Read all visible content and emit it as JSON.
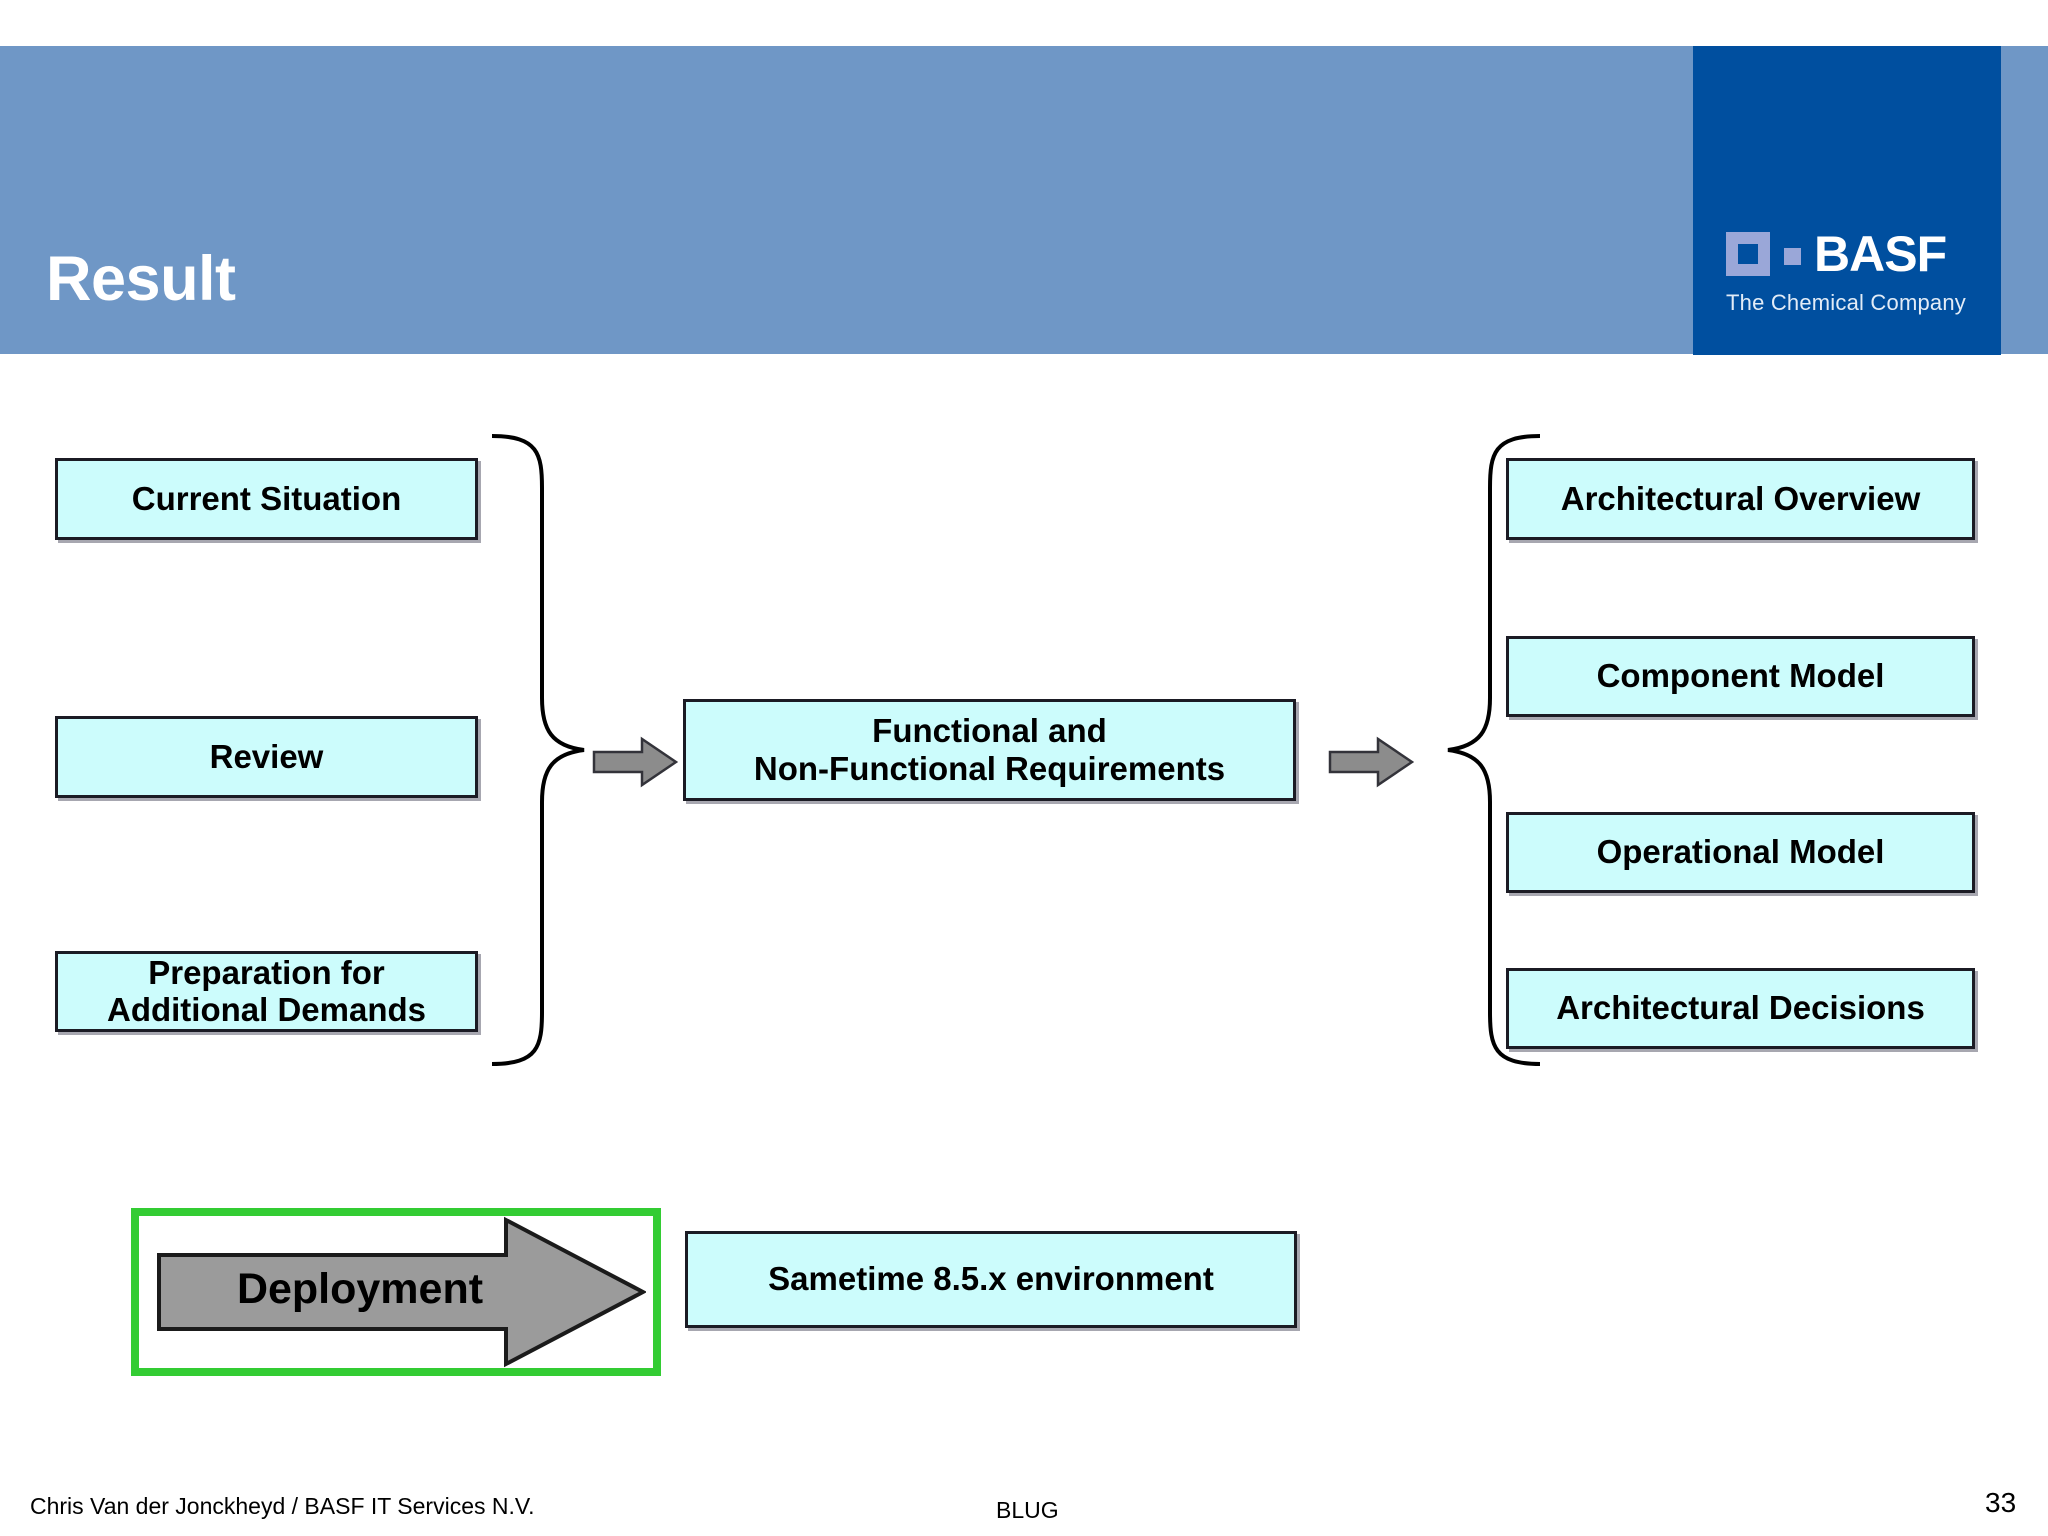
{
  "slide": {
    "title": "Result",
    "page_number": "33",
    "colors": {
      "header_band": "#6f97c6",
      "brand_panel": "#004f9f",
      "box_fill": "#ccfcfc",
      "box_border": "#1b1b24",
      "arrow_gray": "#8c8c8c",
      "highlight_green": "#33cc33",
      "logo_lavender": "#9aa7d8"
    }
  },
  "brand": {
    "wordmark": "BASF",
    "tagline": "The Chemical Company",
    "logo_icon": "basf-square-logo"
  },
  "diagram": {
    "inputs": [
      {
        "label": "Current Situation"
      },
      {
        "label": "Review"
      },
      {
        "label_line1": "Preparation for",
        "label_line2": "Additional Demands"
      }
    ],
    "center": {
      "label_line1": "Functional and",
      "label_line2": "Non-Functional Requirements"
    },
    "outputs": [
      {
        "label": "Architectural Overview"
      },
      {
        "label": "Component Model"
      },
      {
        "label": "Operational Model"
      },
      {
        "label": "Architectural Decisions"
      }
    ],
    "connectors": {
      "left_brace": "right-facing-curly-brace",
      "right_brace": "left-facing-curly-brace",
      "arrow_in": "gray-right-arrow",
      "arrow_out": "gray-right-arrow"
    }
  },
  "deployment": {
    "arrow_label": "Deployment",
    "target_label": "Sametime 8.5.x environment"
  },
  "footer": {
    "author": "Chris Van der Jonckheyd / BASF IT Services N.V.",
    "event": "BLUG"
  }
}
